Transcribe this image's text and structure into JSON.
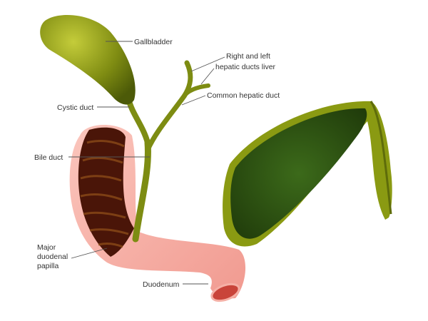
{
  "labels": {
    "gallbladder": "Gallbladder",
    "hepatic_ducts_line1": "Right and left",
    "hepatic_ducts_line2": "hepatic ducts liver",
    "common_hepatic_duct": "Common hepatic duct",
    "cystic_duct": "Cystic duct",
    "bile_duct": "Bile duct",
    "papilla_line1": "Major",
    "papilla_line2": "duodenal",
    "papilla_line3": "papilla",
    "duodenum": "Duodenum"
  },
  "colors": {
    "organ_green": "#8c9a12",
    "organ_dark": "#2f4a10",
    "duodenum_pink": "#f7a9a0",
    "duodenum_inner": "#4a1508"
  }
}
